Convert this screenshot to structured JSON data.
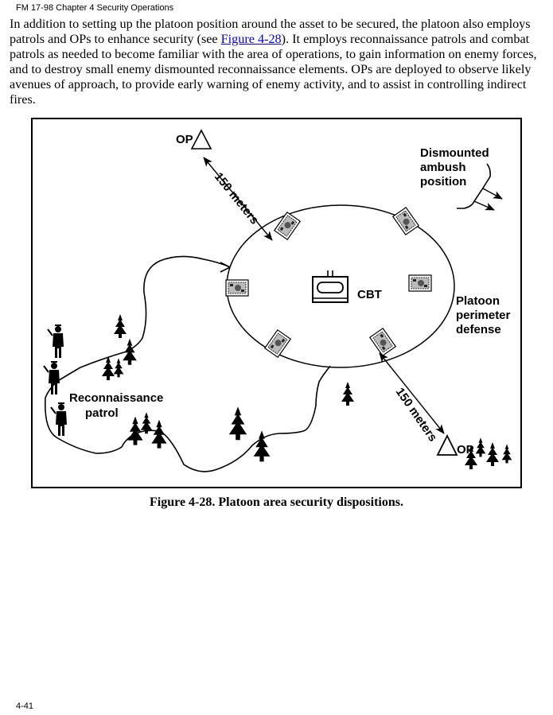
{
  "header": {
    "running_title": "FM 17-98 Chapter 4 Security Operations"
  },
  "body": {
    "paragraph_before_link": "In addition to setting up the platoon position around the asset to be secured, the platoon also employs patrols and OPs to enhance security (see ",
    "link_text": "Figure 4-28",
    "paragraph_after_link": "). It employs reconnaissance patrols and combat patrols as needed to become familiar with the area of operations, to gain information on enemy forces, and to destroy small enemy dismounted reconnaissance elements. OPs are deployed to observe likely avenues of approach, to provide early warning of enemy activity, and to assist in controlling indirect fires.",
    "link_color": "#0000ee"
  },
  "figure": {
    "labels": {
      "op_top": "OP",
      "op_bottom": "OP",
      "distance_top": "150 meters",
      "distance_bottom": "150 meters",
      "ambush_line1": "Dismounted",
      "ambush_line2": "ambush",
      "ambush_line3": "position",
      "cbt": "CBT",
      "perimeter_line1": "Platoon",
      "perimeter_line2": "perimeter",
      "perimeter_line3": "defense",
      "recon_line1": "Reconnaissance",
      "recon_line2": "patrol"
    },
    "icons": {
      "observation_post": "triangle-icon",
      "tank": "tank-icon",
      "combat_vehicle": "cbt-vehicle-icon",
      "soldier": "soldier-silhouette-icon",
      "tree": "pine-tree-icon"
    },
    "caption": "Figure 4-28. Platoon area security dispositions."
  },
  "footer": {
    "page_number": "4-41"
  }
}
